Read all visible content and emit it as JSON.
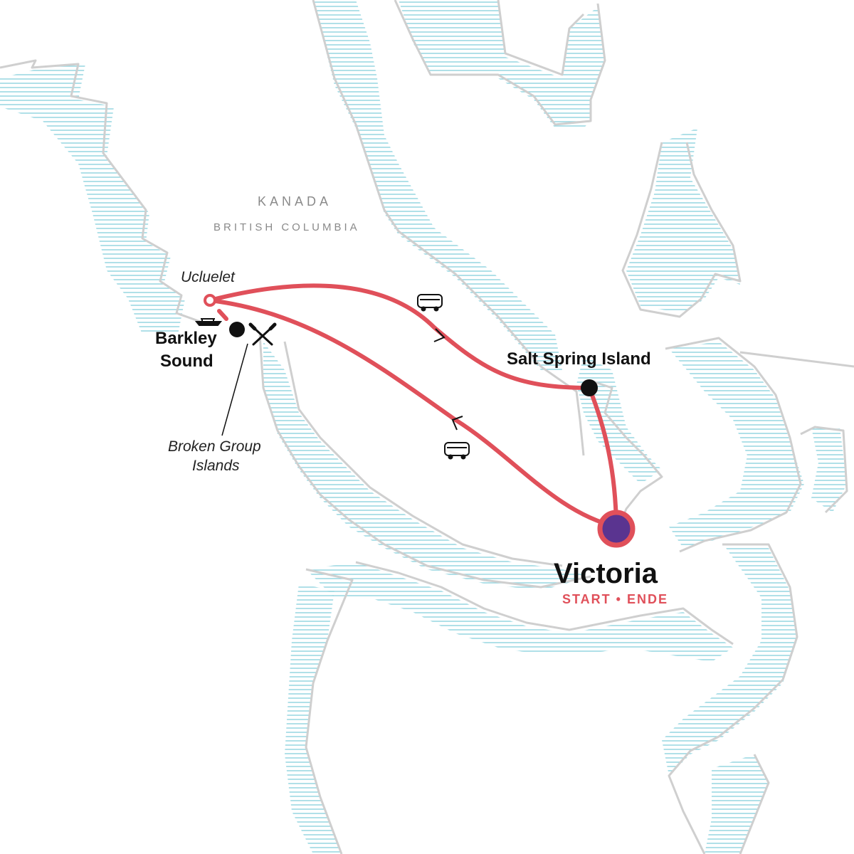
{
  "map": {
    "country": "KANADA",
    "province": "BRITISH COLUMBIA",
    "colors": {
      "route": "#e0505a",
      "coast": "#cfcfcf",
      "water": "#8fd3df",
      "stop": "#111111",
      "start_fill": "#5a3490"
    }
  },
  "stops": {
    "ucluelet": "Ucluelet",
    "barkley_line1": "Barkley",
    "barkley_line2": "Sound",
    "broken_line1": "Broken Group",
    "broken_line2": "Islands",
    "salt_spring": "Salt Spring Island",
    "victoria": "Victoria",
    "victoria_sub": "START • ENDE"
  },
  "icons": [
    "bus-icon",
    "boat-icon",
    "paddles-icon",
    "direction-arrow-icon"
  ]
}
